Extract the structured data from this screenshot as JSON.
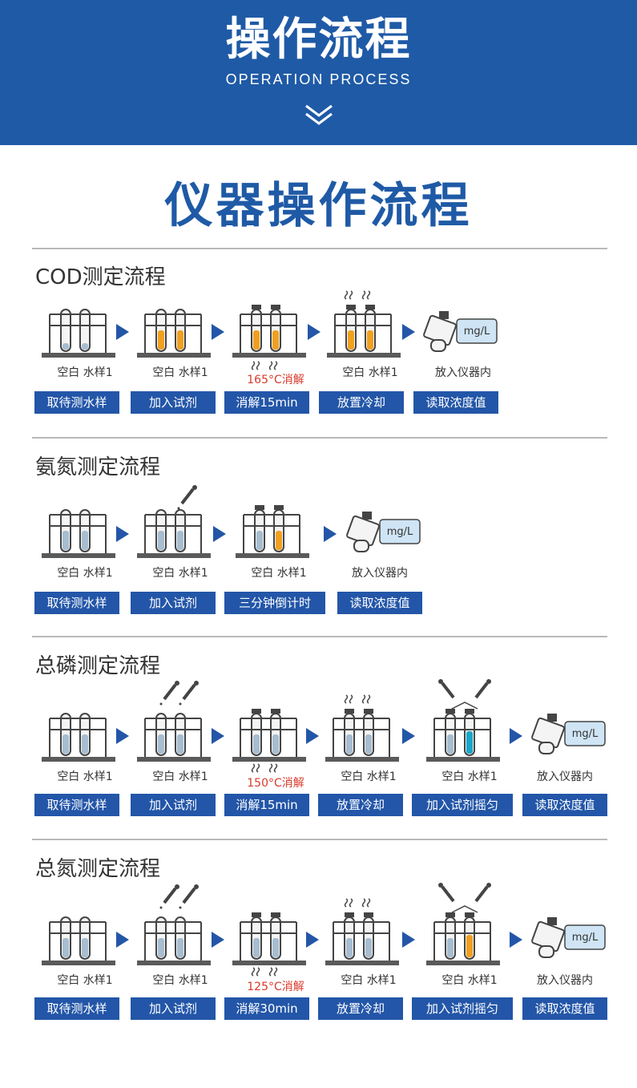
{
  "header": {
    "title": "操作流程",
    "subtitle": "OPERATION PROCESS"
  },
  "main_title": "仪器操作流程",
  "colors": {
    "brand_blue": "#1f5aa6",
    "button_blue": "#2356a8",
    "temperature_red": "#d93a2b",
    "orange_liquid": "#f0a020",
    "grey_liquid": "#a7bdd0",
    "cyan_liquid": "#19a7c9"
  },
  "icons": [
    "test-tube-rack-icon",
    "dropper-icon",
    "steam-icon",
    "meter-icon",
    "arrow-right-icon",
    "chevron-down-icon"
  ],
  "common": {
    "blank_sample": "空白 水样1",
    "put_in": "放入仪器内",
    "meter_unit": "mg/L"
  },
  "sections": [
    {
      "title": "COD测定流程",
      "buttons": [
        "取待测水样",
        "加入试剂",
        "消解15min",
        "放置冷却",
        "读取浓度值"
      ],
      "temp": "165°C消解"
    },
    {
      "title": "氨氮测定流程",
      "buttons": [
        "取待测水样",
        "加入试剂",
        "三分钟倒计时",
        "读取浓度值"
      ]
    },
    {
      "title": "总磷测定流程",
      "buttons": [
        "取待测水样",
        "加入试剂",
        "消解15min",
        "放置冷却",
        "加入试剂摇匀",
        "读取浓度值"
      ],
      "temp": "150°C消解"
    },
    {
      "title": "总氮测定流程",
      "buttons": [
        "取待测水样",
        "加入试剂",
        "消解30min",
        "放置冷却",
        "加入试剂摇匀",
        "读取浓度值"
      ],
      "temp": "125°C消解"
    }
  ]
}
